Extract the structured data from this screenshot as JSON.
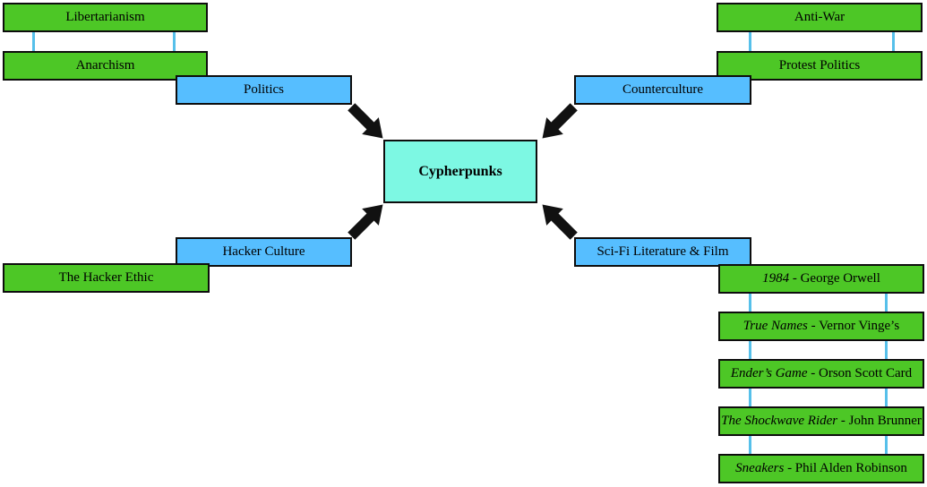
{
  "diagram_title": "Cypherpunks influence diagram",
  "center": {
    "label": "Cypherpunks"
  },
  "colors": {
    "green": "#4dc726",
    "blue": "#56beff",
    "cyan": "#7df8e3",
    "connector": "#56c0ea",
    "border": "#0d0d0d",
    "arrow": "#111111"
  },
  "arrows": {
    "glyph": "block-arrow",
    "directions": [
      "down-right",
      "down-left",
      "up-right",
      "up-left"
    ]
  },
  "groups": {
    "politics": {
      "category": "Politics",
      "items": [
        "Libertarianism",
        "Anarchism"
      ]
    },
    "counterculture": {
      "category": "Counterculture",
      "items": [
        "Anti-War",
        "Protest Politics"
      ]
    },
    "hacker": {
      "category": "Hacker Culture",
      "items": [
        "The Hacker Ethic"
      ]
    },
    "scifi": {
      "category": "Sci-Fi Literature & Film",
      "items": [
        {
          "title": "1984",
          "rest": " - George Orwell"
        },
        {
          "title": "True Names",
          "rest": " - Vernor Vinge’s"
        },
        {
          "title": "Ender’s Game",
          "rest": " - Orson Scott Card"
        },
        {
          "title": "The Shockwave Rider",
          "rest": " - John Brunner"
        },
        {
          "title": "Sneakers",
          "rest": " - Phil Alden Robinson"
        }
      ]
    }
  }
}
